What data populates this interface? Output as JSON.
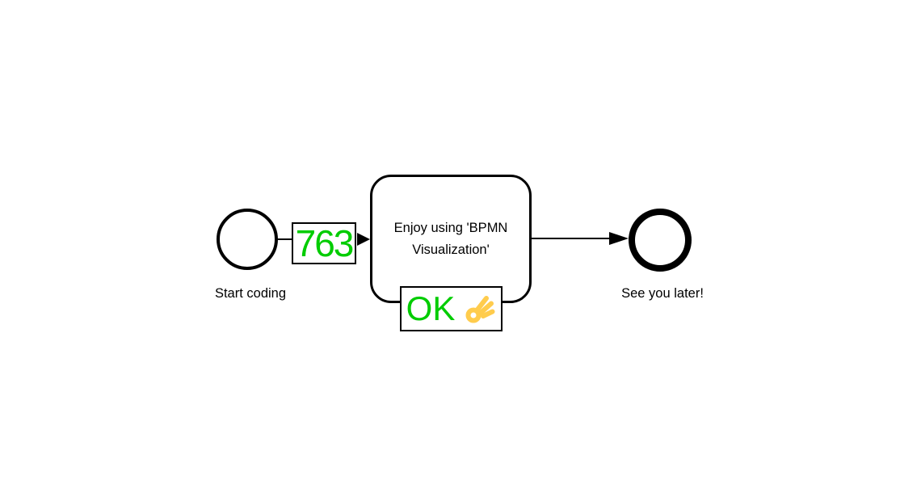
{
  "colors": {
    "background": "#ffffff",
    "stroke": "#000000",
    "green": "#00CC00",
    "emoji_yellow": "#FFCC4D"
  },
  "diagram": {
    "start_event": {
      "label": "Start coding"
    },
    "flow_start_to_task": {
      "overlay_label": "763"
    },
    "task": {
      "label": "Enjoy using 'BPMN Visualization'",
      "overlay": {
        "text": "OK",
        "icon": "ok-hand-icon"
      }
    },
    "end_event": {
      "label": "See you later!"
    }
  }
}
